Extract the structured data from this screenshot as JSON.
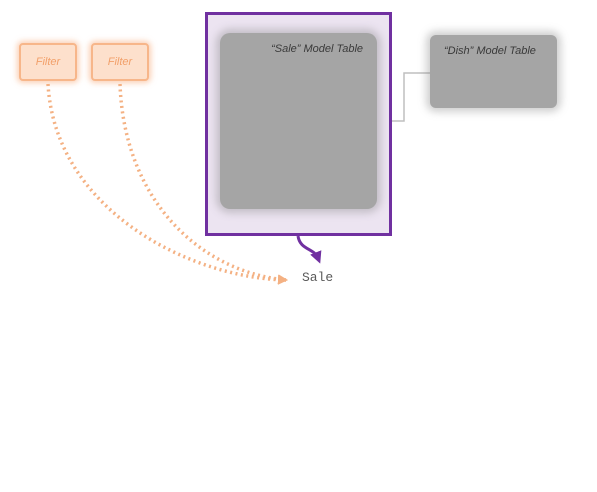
{
  "filters": [
    {
      "label": "Filter"
    },
    {
      "label": "Filter"
    }
  ],
  "tables": {
    "sale": {
      "label": "“Sale” Model Table"
    },
    "dish": {
      "label": "“Dish” Model Table"
    }
  },
  "result": {
    "label": "Sale"
  },
  "colors": {
    "filter_fill": "#fde0cc",
    "filter_border": "#f7b68a",
    "filter_arrow": "#f4b183",
    "selection_border": "#7030a0",
    "selection_fill": "#ece4f1",
    "table_fill": "#a5a5a5",
    "relationship_line": "#bfbfbf",
    "result_arrow": "#7030a0"
  }
}
